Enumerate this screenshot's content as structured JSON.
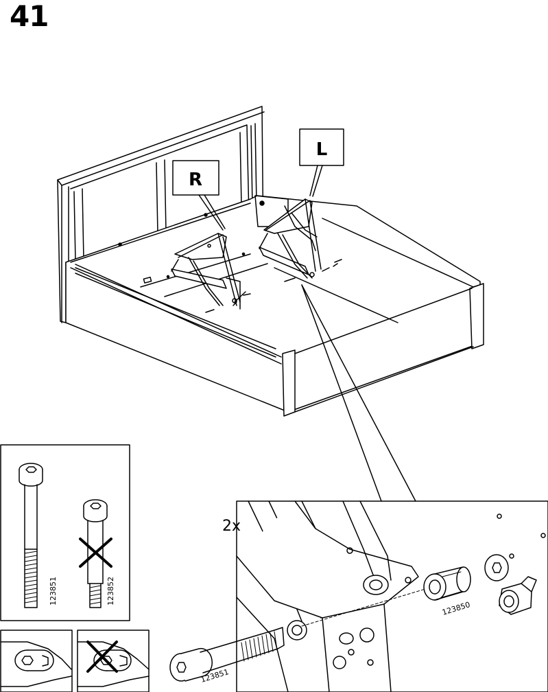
{
  "step": {
    "number": "41"
  },
  "callouts": {
    "right": "R",
    "left": "L"
  },
  "detail": {
    "quantity": "2x"
  },
  "parts": {
    "bolt_long": "123851",
    "bolt_short": "123852",
    "sleeve": "123850",
    "bolt_detail": "123851"
  }
}
